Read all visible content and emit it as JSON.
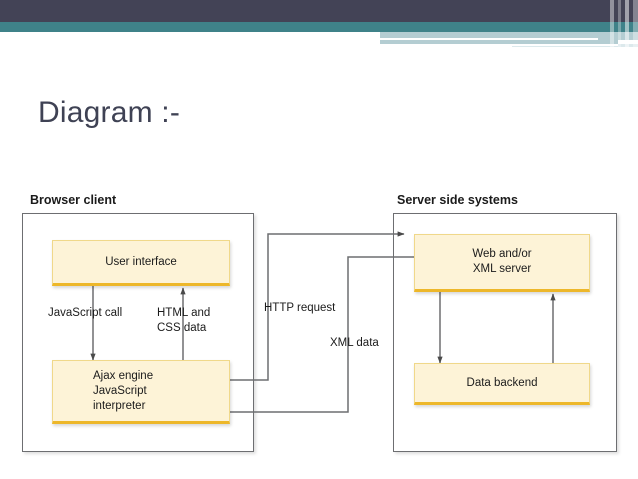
{
  "slide": {
    "title": "Diagram :-",
    "theme": {
      "header_dark": "#434356",
      "header_teal": "#3f8289",
      "header_pale": "#b4cdd2",
      "title_color": "#3f4254",
      "node_fill": "#fdf3d7",
      "node_accent": "#edb72a",
      "panel_border": "#6d6e71",
      "wire_color": "#6d6e71"
    }
  },
  "diagram": {
    "type": "ajax-architecture",
    "panels": [
      {
        "id": "browser-client",
        "title": "Browser client"
      },
      {
        "id": "server-side-systems",
        "title": "Server side systems"
      }
    ],
    "nodes": [
      {
        "id": "user-interface",
        "label": "User interface",
        "panel": "browser-client"
      },
      {
        "id": "ajax-engine",
        "label": "Ajax engine\nJavaScript\ninterpreter",
        "panel": "browser-client"
      },
      {
        "id": "web-xml-server",
        "label": "Web and/or\nXML server",
        "panel": "server-side-systems"
      },
      {
        "id": "data-backend",
        "label": "Data backend",
        "panel": "server-side-systems"
      }
    ],
    "edge_labels": [
      {
        "id": "javascript-call",
        "label": "JavaScript call",
        "from": "user-interface",
        "to": "ajax-engine"
      },
      {
        "id": "html-css-data",
        "label": "HTML and\nCSS data",
        "from": "ajax-engine",
        "to": "user-interface"
      },
      {
        "id": "http-request",
        "label": "HTTP request",
        "from": "ajax-engine",
        "to": "web-xml-server"
      },
      {
        "id": "xml-data",
        "label": "XML data",
        "from": "web-xml-server",
        "to": "ajax-engine"
      }
    ]
  }
}
